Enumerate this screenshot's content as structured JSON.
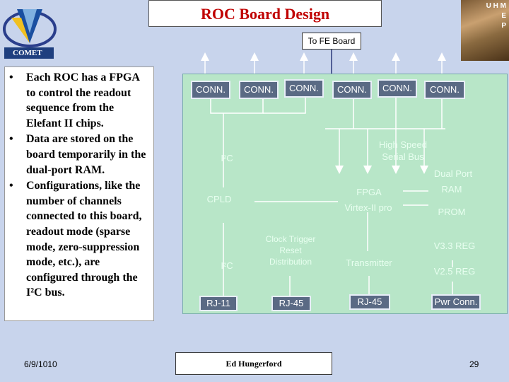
{
  "header": {
    "title": "ROC Board Design",
    "fe_board": "To FE Board",
    "comet": "COMET",
    "corner_letters": [
      "U H M",
      "E",
      "P"
    ]
  },
  "bullets": [
    "Each ROC has a FPGA to control the readout sequence from the Elefant II chips.",
    "Data are stored on the board temporarily in the dual-port RAM.",
    "Configurations, like the number of channels connected to this board, readout mode (sparse mode, zero-suppression mode, etc.), are configured through the I²C bus."
  ],
  "bullet_char": "•",
  "diagram": {
    "connectors": [
      "CONN.",
      "CONN.",
      "CONN.",
      "CONN.",
      "CONN.",
      "CONN."
    ],
    "i2c_top": "I²C",
    "high_speed": "High Speed Serial Bus",
    "dual_port": "Dual Port",
    "ram": "RAM",
    "cpld": "CPLD",
    "fpga": "FPGA",
    "fpga_model": "Virtex-II pro",
    "prom": "PROM",
    "clock": "Clock Trigger Reset Distribution",
    "i2c_bottom": "I²C",
    "transmitter": "Transmitter",
    "v33": "V3.3 REG",
    "v25": "V2.5 REG",
    "rj11": "RJ-11",
    "rj45_a": "RJ-45",
    "rj45_b": "RJ-45",
    "pwr": "Pwr Conn."
  },
  "footer": {
    "date": "6/9/1010",
    "author": "Ed Hungerford",
    "page": "29"
  },
  "colors": {
    "title": "#c00000",
    "board": "#b8e6c8",
    "connector": "#5a6a84",
    "background": "#c8d4ec"
  }
}
